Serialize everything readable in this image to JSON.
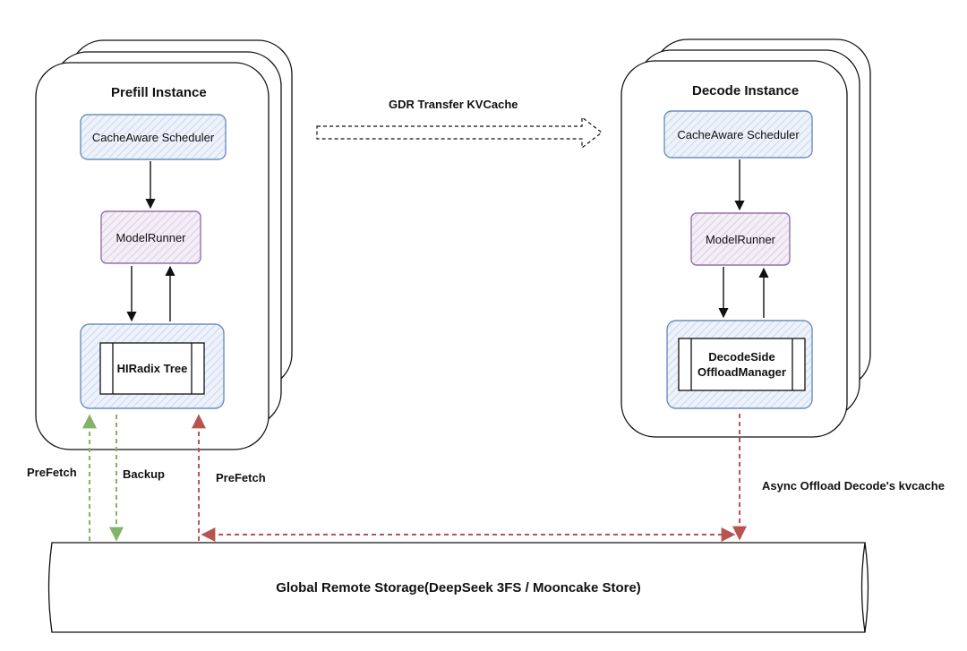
{
  "prefill": {
    "title": "Prefill Instance",
    "scheduler": "CacheAware Scheduler",
    "model_runner": "ModelRunner",
    "tree": "HIRadix Tree"
  },
  "transfer": {
    "label": "GDR Transfer KVCache"
  },
  "decode": {
    "title": "Decode Instance",
    "scheduler": "CacheAware Scheduler",
    "model_runner": "ModelRunner",
    "offload_line1": "DecodeSide",
    "offload_line2": "OffloadManager"
  },
  "edges": {
    "prefetch_left": "PreFetch",
    "backup": "Backup",
    "prefetch_right": "PreFetch",
    "async_offload": "Async Offload Decode's kvcache"
  },
  "storage": {
    "label": "Global Remote Storage(DeepSeek 3FS / Mooncake Store)"
  },
  "colors": {
    "blue_border": "#6c8ebf",
    "blue_fill": "#dae8fc",
    "purple_border": "#9673a6",
    "purple_fill": "#e1d5e7",
    "green": "#82b366",
    "red": "#b85450"
  }
}
